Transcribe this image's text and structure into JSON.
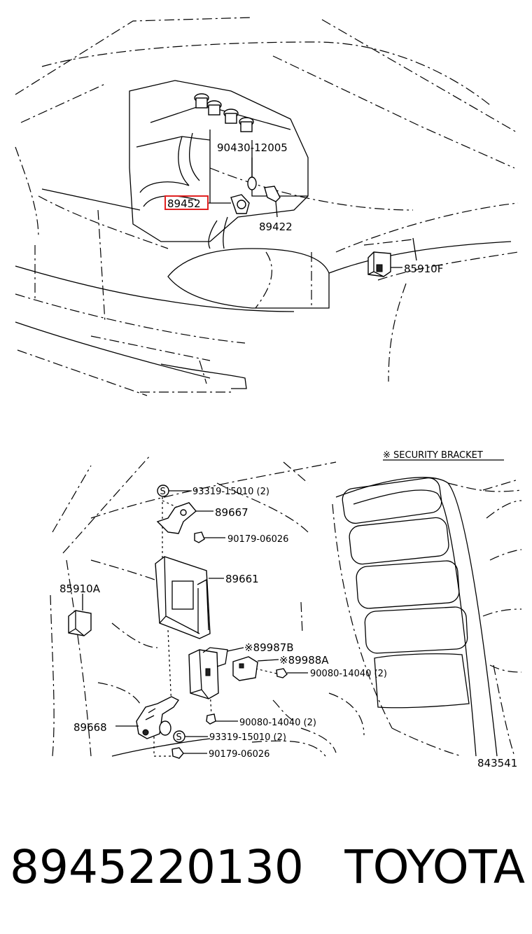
{
  "diagram": {
    "top_labels": {
      "l_90430": "90430-12005",
      "l_89452": "89452",
      "l_89422": "89422",
      "l_85910f": "85910F"
    },
    "bottom_labels": {
      "security_title": "※ SECURITY BRACKET",
      "l_93319_a": "93319-15010 (2)",
      "l_89667": "89667",
      "l_90179_a": "90179-06026",
      "l_89661": "89661",
      "l_85910a": "85910A",
      "l_89987b": "※89987B",
      "l_89988a": "※89988A",
      "l_90080_a": "90080-14040 (2)",
      "l_90080_b": "90080-14040 (2)",
      "l_89668": "89668",
      "l_93319_b": "93319-15010 (2)",
      "l_90179_b": "90179-06026",
      "ref": "843541",
      "s_mark": "S"
    },
    "highlight_color": "#e02020"
  },
  "caption": {
    "part_number": "8945220130",
    "brand": "TOYOTA"
  }
}
